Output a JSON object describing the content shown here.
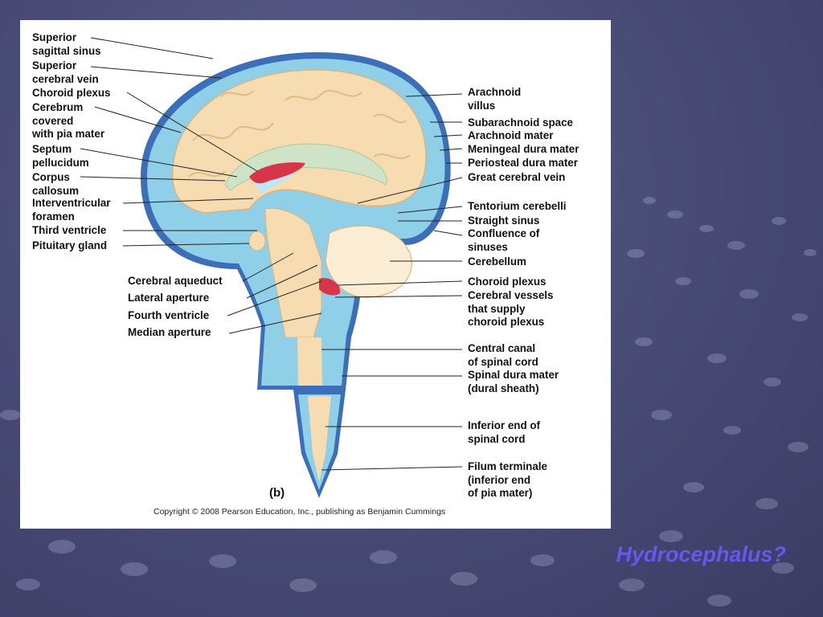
{
  "slide": {
    "title": "Hydrocephalus?"
  },
  "figure": {
    "panel_letter": "(b)",
    "copyright": "Copyright © 2008 Pearson Education, Inc., publishing as Benjamin Cummings",
    "left_labels": [
      "Superior\nsagittal sinus",
      "Superior\ncerebral vein",
      "Choroid plexus",
      "Cerebrum\ncovered\nwith pia mater",
      "Septum\npellucidum",
      "Corpus\ncallosum",
      "Interventricular\nforamen",
      "Third ventricle",
      "Pituitary gland"
    ],
    "middle_labels": [
      "Cerebral aqueduct",
      "Lateral aperture",
      "Fourth ventricle",
      "Median aperture"
    ],
    "right_labels": [
      "Arachnoid\nvillus",
      "Subarachnoid space",
      "Arachnoid mater",
      "Meningeal dura mater",
      "Periosteal dura mater",
      "Great cerebral vein",
      "Tentorium cerebelli",
      "Straight sinus",
      "Confluence of\nsinuses",
      "Cerebellum",
      "Choroid plexus",
      "Cerebral vessels\nthat supply\nchoroid plexus",
      "Central canal\nof spinal cord",
      "Spinal dura mater\n(dural sheath)",
      "Inferior end of\nspinal cord",
      "Filum terminale\n(inferior end\nof pia mater)"
    ]
  },
  "colors": {
    "title": "#6a56ee",
    "csf_blue": "#5fb3d9",
    "dura_blue": "#3c6fb8",
    "brain_tissue": "#f6dcb0",
    "choroid_red": "#d8354a"
  }
}
